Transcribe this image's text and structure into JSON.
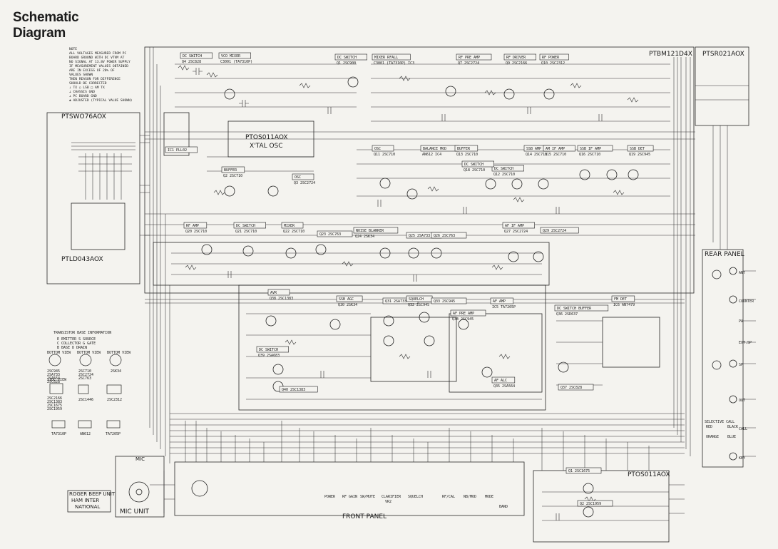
{
  "title": {
    "line1": "Schematic",
    "line2": "Diagram"
  },
  "notes": [
    "NOTE",
    "ALL VOLTAGES MEASURED FROM PC",
    "BOARD GROUND WITH DC VTVM AT",
    "NO SIGNAL AT 13.8V POWER SUPPLY",
    "IF MEASUREMENT VALUES OBTAINED",
    "ARE IN EXCESS OF 20% OF",
    "VALUES SHOWN",
    "THEN REASON FOR DIFFERENCE",
    "SHOULD BE CORRECTED",
    "↓ TX  ○ LSB  □ AM TX",
    "⊥ CHASSIS GND",
    "⊥ PC BOARD GND",
    "✱ ADJUSTED (TYPICAL VALUE SHOWN)"
  ],
  "boards": {
    "top_right_1": "PTBM121D4X",
    "top_right_2": "PTSR021AOX",
    "left_1": "PTSWO76AOX",
    "left_2": "PTLD043AOX",
    "bottom_right": "PTOS011AOX",
    "xtal_1": "PTOS011AOX",
    "xtal_2": "X'TAL OSC",
    "rear_panel": "REAR PANEL",
    "front_panel": "FRONT PANEL",
    "mic_unit": "MIC UNIT",
    "mic_label": "MIC",
    "roger_1": "ROGER BEEP UNIT",
    "roger_2": "HAM INTER",
    "roger_3": "NATIONAL"
  },
  "blocks": [
    {
      "label": "DC SWITCH",
      "sub": "Q4 2SC828"
    },
    {
      "label": "VCO MIXER",
      "sub": "C3001 (TA7310P)"
    },
    {
      "label": "DC SWITCH",
      "sub": "Q1 2SC900"
    },
    {
      "label": "MIXER RFALL",
      "sub": "C3001 (TA7310P) IC3"
    },
    {
      "label": "RF PRE AMP",
      "sub": "Q7 2SC2724"
    },
    {
      "label": "RF DRIVER",
      "sub": "Q9 2SC2166"
    },
    {
      "label": "RF POWER",
      "sub": "Q10 2SC2312"
    },
    {
      "label": "IC1 PLL02",
      "sub": ""
    },
    {
      "label": "BUFFER",
      "sub": "Q2 2SC710"
    },
    {
      "label": "OSC",
      "sub": "Q3 2SC2724"
    },
    {
      "label": "OSC",
      "sub": "Q11 2SC710"
    },
    {
      "label": "BALANCE MOD",
      "sub": "AN612 IC4"
    },
    {
      "label": "BUFFER",
      "sub": "Q13 2SC710"
    },
    {
      "label": "DC SWITCH",
      "sub": "Q12 2SC710"
    },
    {
      "label": "SSB AMP",
      "sub": "Q14 2SC710"
    },
    {
      "label": "AM IF AMP",
      "sub": "Q15 2SC710"
    },
    {
      "label": "DC SWITCH",
      "sub": "Q18 2SC710"
    },
    {
      "label": "SSB IF AMP",
      "sub": "Q16 2SC710"
    },
    {
      "label": "SSB DET",
      "sub": "Q19 2SC945"
    },
    {
      "label": "RF AMP",
      "sub": "Q20 2SC710"
    },
    {
      "label": "DC SWITCH",
      "sub": "Q21 2SC710"
    },
    {
      "label": "MIXER",
      "sub": "Q22 2SC710"
    },
    {
      "label": "Q23 2SC763",
      "sub": ""
    },
    {
      "label": "NOISE BLANKER",
      "sub": "Q24 2SK34"
    },
    {
      "label": "Q25 2SA733",
      "sub": ""
    },
    {
      "label": "Q26 2SC763",
      "sub": ""
    },
    {
      "label": "AF IF AMP",
      "sub": "Q27 2SC2724"
    },
    {
      "label": "Q29 2SC2724",
      "sub": ""
    },
    {
      "label": "AVR",
      "sub": "Q38 2SC1383"
    },
    {
      "label": "SSB AGC",
      "sub": "Q30 2SK34"
    },
    {
      "label": "Q31 2SA733",
      "sub": ""
    },
    {
      "label": "SQUELCH",
      "sub": "Q32 2SC945"
    },
    {
      "label": "Q33 2SC945",
      "sub": ""
    },
    {
      "label": "AF PRE AMP",
      "sub": "Q34 2SC945"
    },
    {
      "label": "AF AMP",
      "sub": "IC5 TA7205P"
    },
    {
      "label": "DC SWITCH BUFFER",
      "sub": "Q36 2SD637"
    },
    {
      "label": "FM DET",
      "sub": "IC6 AN7479"
    },
    {
      "label": "DC SWITCH",
      "sub": "Q39 2SA683"
    },
    {
      "label": "Q40 2SC1383",
      "sub": ""
    },
    {
      "label": "AF ALC",
      "sub": "Q35 2SA564"
    },
    {
      "label": "Q37 2SC828",
      "sub": ""
    },
    {
      "label": "Q1 2SC1675",
      "sub": ""
    },
    {
      "label": "Q2 2SC1959",
      "sub": ""
    }
  ],
  "transistor_info": {
    "title": "TRANSISTOR BASE INFORMATION",
    "legend": [
      "E EMITTER   S SOURCE",
      "C COLLECTOR G GATE",
      "B BASE      D DRAIN"
    ],
    "bottom_view": "BOTTOM VIEW",
    "side_view": "SIDE VIEW",
    "parts_1": [
      "2SC945",
      "2SA733",
      "2SA564",
      "2SC828"
    ],
    "parts_2": [
      "2SC710",
      "2SC2724",
      "2SC763"
    ],
    "parts_3": [
      "2SK34"
    ],
    "parts_4": [
      "2SC2166",
      "2SC1383",
      "2SC1675",
      "2SC1959"
    ],
    "parts_5": [
      "2SC1446"
    ],
    "parts_6": [
      "2SC2312"
    ],
    "ic_labels": [
      "TA7310P",
      "AN612",
      "TA7205P"
    ]
  },
  "rear_items": [
    "ANT",
    "COUNTER",
    "PA",
    "EXT.SP",
    "SP",
    "OUT",
    "CALL",
    "KEY"
  ],
  "selective_call": "SELECTIVE CALL",
  "wire_colors": [
    "RED",
    "BLACK",
    "ORANGE",
    "BLUE"
  ],
  "front_items": [
    "POWER",
    "RF GAIN",
    "SW/MUTE",
    "CLARIFIER",
    "VR2",
    "SQUELCH",
    "RF/CAL",
    "NB/MOD",
    "MODE",
    "BAND"
  ]
}
